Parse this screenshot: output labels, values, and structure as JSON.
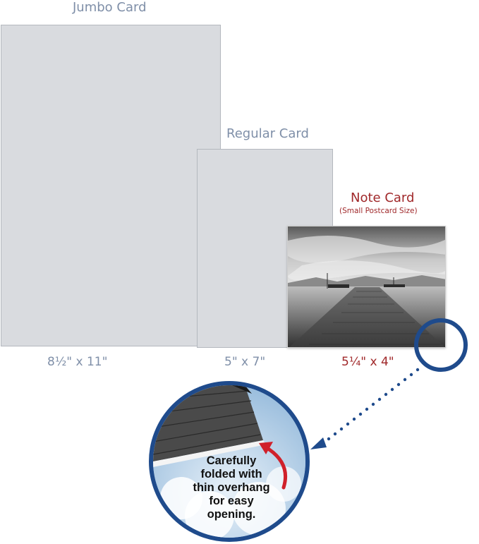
{
  "jumbo": {
    "title": "Jumbo Card",
    "size": "8½\"  x 11\""
  },
  "regular": {
    "title": "Regular Card",
    "size": "5\" x 7\""
  },
  "note": {
    "title": "Note Card",
    "subtitle": "(Small Postcard Size)",
    "size": "5¼\" x 4\""
  },
  "callout": {
    "lines": [
      "Carefully",
      "folded with",
      "thin overhang",
      "for easy",
      "opening."
    ]
  },
  "colors": {
    "card_fill": "#d9dbdf",
    "label_gray_blue": "#7f8fa8",
    "note_red": "#a0282a",
    "ring_blue": "#1f4b8c",
    "arrow_red": "#d0202a"
  }
}
